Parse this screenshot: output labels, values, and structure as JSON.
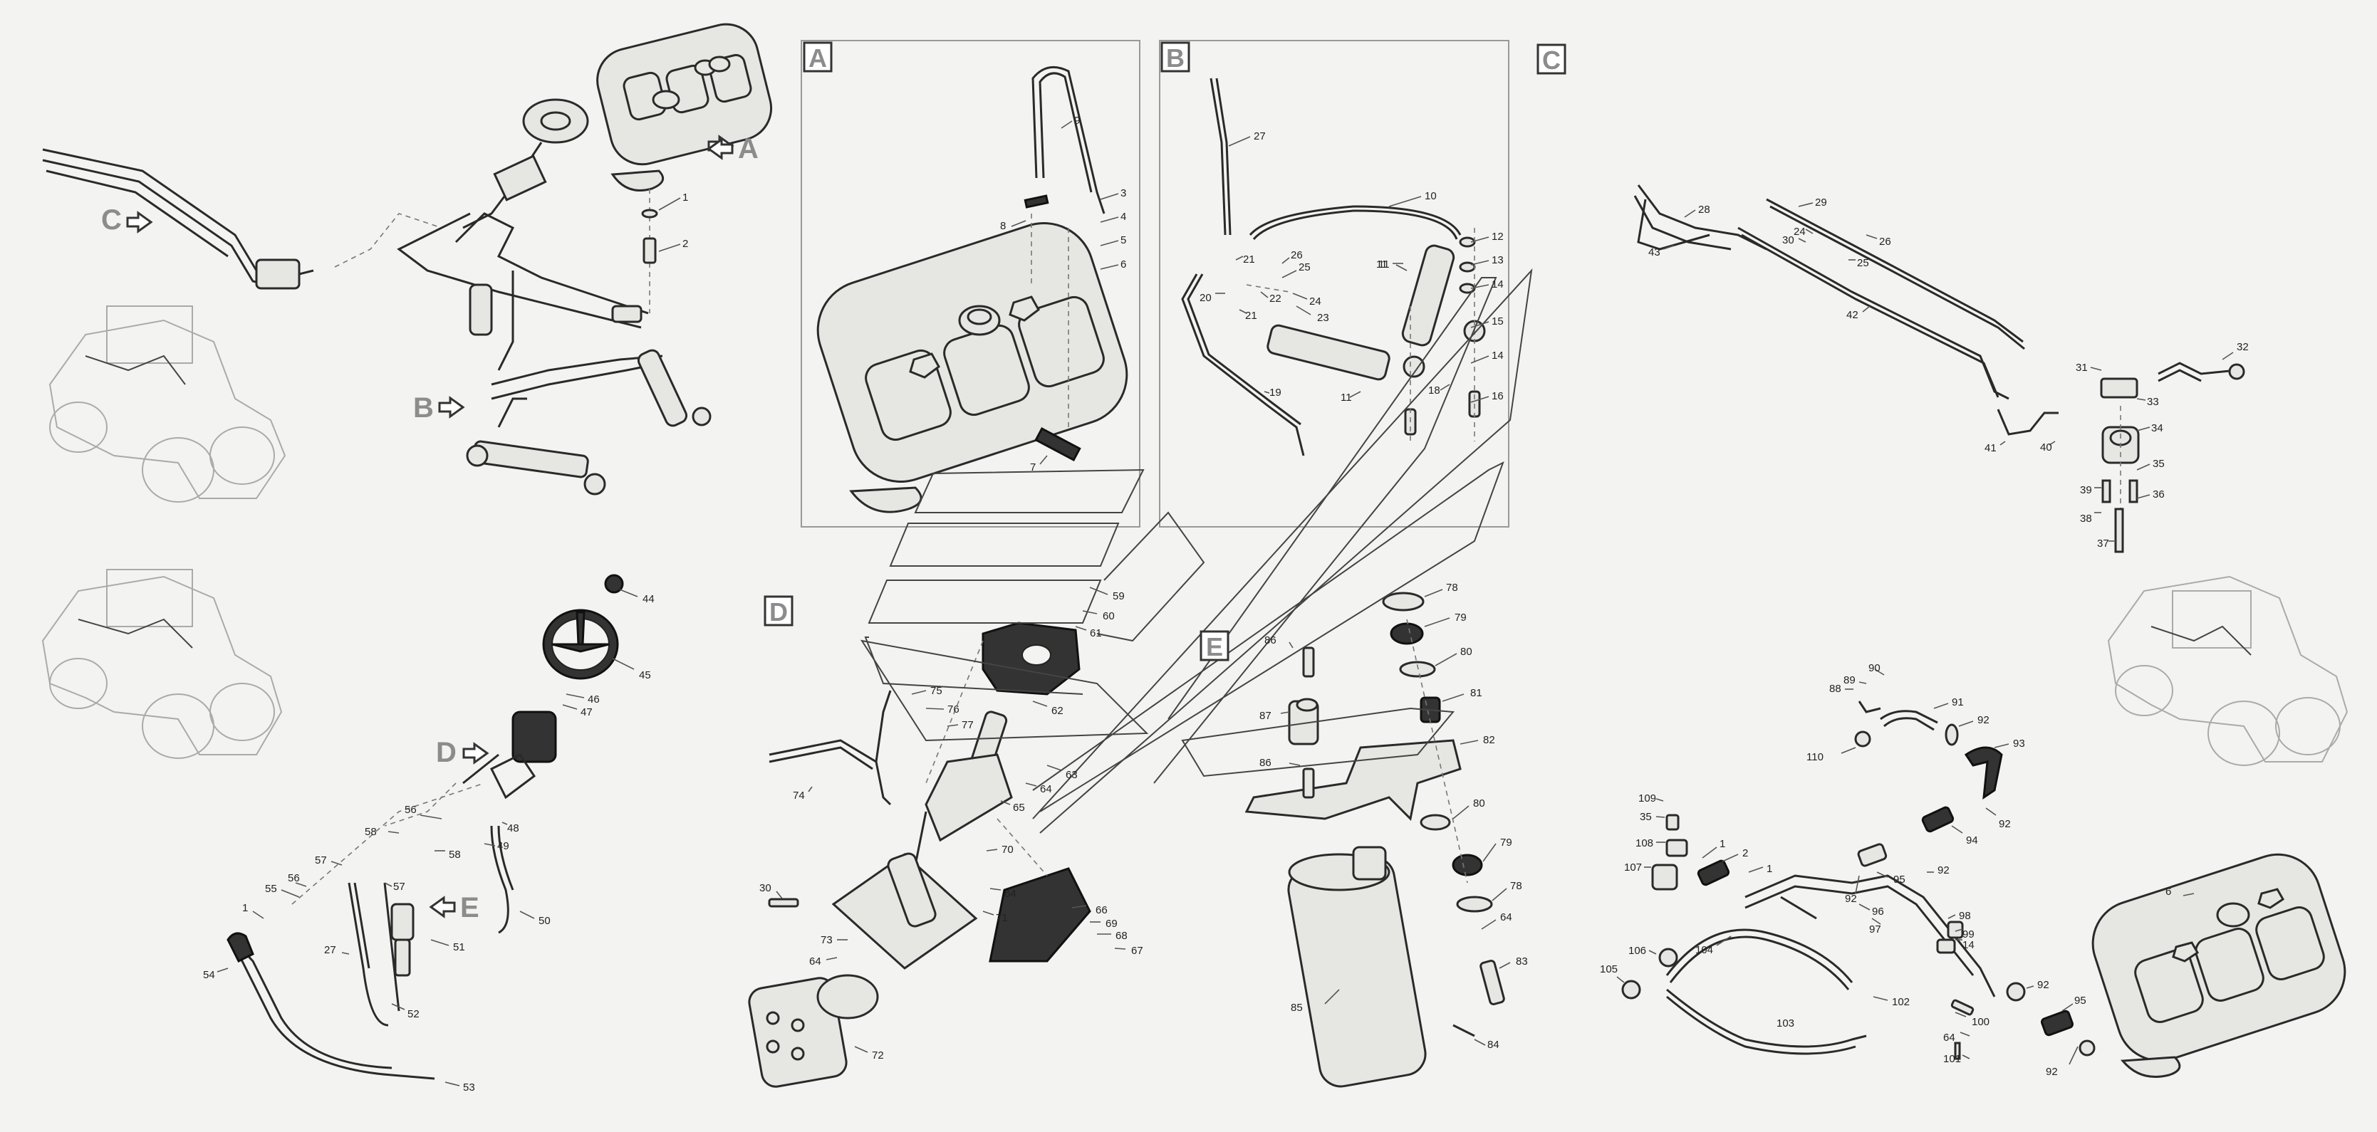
{
  "frames": [
    "A",
    "B",
    "C",
    "D",
    "E"
  ],
  "pointers": [
    "A",
    "B",
    "C",
    "D",
    "E"
  ],
  "callouts": {
    "overview_top": [
      "1",
      "2"
    ],
    "A": [
      "9",
      "3",
      "4",
      "5",
      "6",
      "8",
      "7"
    ],
    "B": [
      "27",
      "10",
      "12",
      "13",
      "14",
      "15",
      "14",
      "16",
      "11",
      "26",
      "25",
      "24",
      "23",
      "22",
      "21",
      "20",
      "21",
      "11",
      "11",
      "18",
      "19"
    ],
    "C": [
      "28",
      "43",
      "29",
      "26",
      "24",
      "30",
      "25",
      "42",
      "31",
      "32",
      "33",
      "34",
      "35",
      "36",
      "41",
      "40",
      "39",
      "38",
      "37"
    ],
    "overview_bottom": [
      "44",
      "45",
      "46",
      "47",
      "48",
      "49",
      "50",
      "51",
      "56",
      "56",
      "57",
      "57",
      "58",
      "58",
      "55",
      "1",
      "27",
      "52",
      "53",
      "54"
    ],
    "D": [
      "59",
      "60",
      "61",
      "62",
      "63",
      "64",
      "65",
      "75",
      "76",
      "77",
      "74",
      "30",
      "70",
      "64",
      "71",
      "73",
      "64",
      "72",
      "66",
      "69",
      "68",
      "67"
    ],
    "E": [
      "78",
      "79",
      "80",
      "81",
      "82",
      "86",
      "87",
      "86",
      "80",
      "79",
      "78",
      "64",
      "83",
      "85",
      "84"
    ],
    "bottom_right": [
      "90",
      "89",
      "88",
      "91",
      "92",
      "93",
      "110",
      "92",
      "94",
      "109",
      "35",
      "108",
      "107",
      "1",
      "2",
      "1",
      "92",
      "95",
      "92",
      "96",
      "97",
      "98",
      "99",
      "14",
      "106",
      "105",
      "104",
      "102",
      "103",
      "100",
      "64",
      "101",
      "6",
      "92",
      "95",
      "92"
    ]
  },
  "colors": {
    "background": "#f3f3f1",
    "part_fill": "#e6e6e3",
    "outline": "#2a2a2a",
    "label_grey": "#8c8c8c",
    "dark_part": "#333333"
  }
}
